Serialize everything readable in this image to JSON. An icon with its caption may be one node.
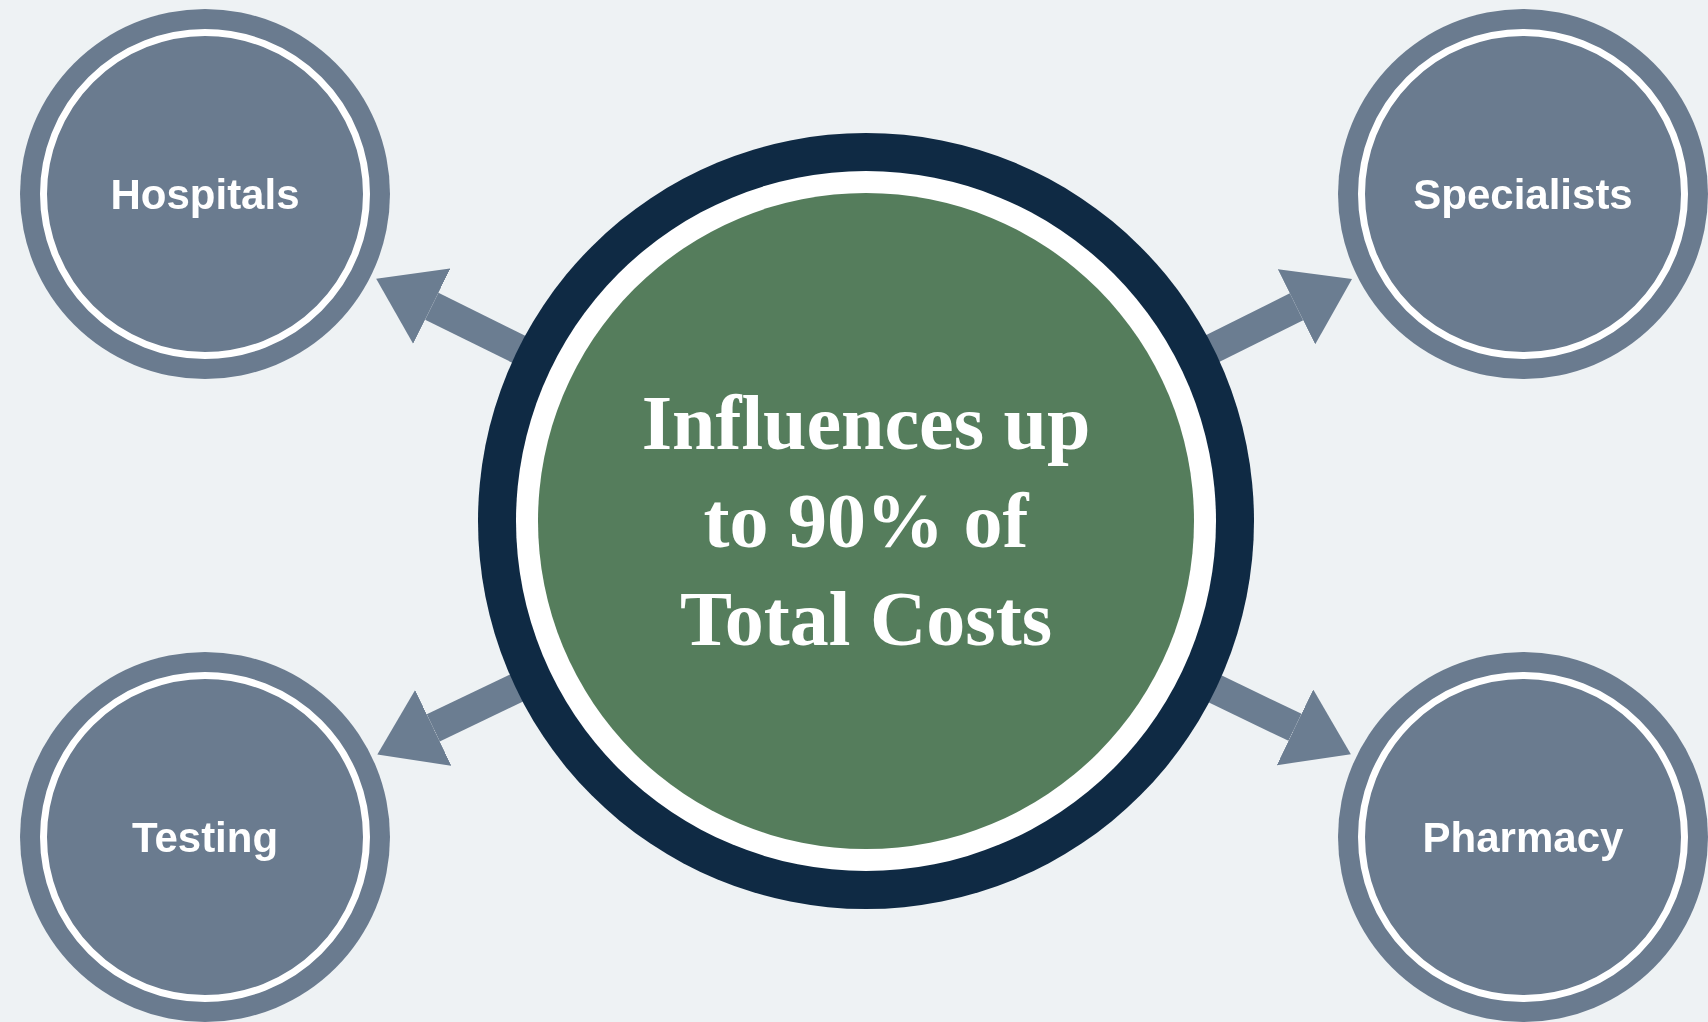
{
  "diagram": {
    "nodes": [
      {
        "text": [
          "Hospitals"
        ]
      },
      {
        "text": [
          "Specialists"
        ]
      },
      {
        "text": [
          "Influences up to 90% of Total Costs"
        ]
      },
      {
        "text": [
          "Testing"
        ]
      },
      {
        "text": [
          "Pharmacy"
        ]
      }
    ],
    "edges": [
      {
        "from": 2,
        "to": 0,
        "arrow": "to"
      },
      {
        "from": 2,
        "to": 1,
        "arrow": "to"
      },
      {
        "from": 2,
        "to": 3,
        "arrow": "to"
      },
      {
        "from": 2,
        "to": 4,
        "arrow": "to"
      }
    ]
  }
}
